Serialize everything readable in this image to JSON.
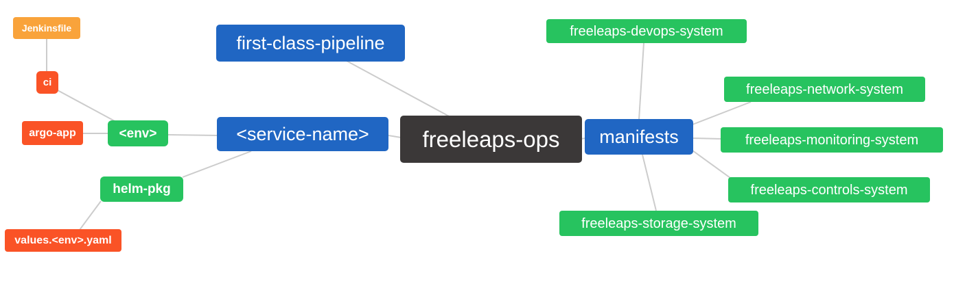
{
  "diagram": {
    "type": "mindmap",
    "root": "freeleaps_ops"
  },
  "nodes": {
    "freeleaps_ops": {
      "label": "freeleaps-ops",
      "role": "root",
      "color": "#3b3838"
    },
    "first_class_pipeline": {
      "label": "first-class-pipeline",
      "role": "branch",
      "color": "#2066c3"
    },
    "service_name": {
      "label": "<service-name>",
      "role": "branch",
      "color": "#2066c3"
    },
    "manifests": {
      "label": "manifests",
      "role": "branch",
      "color": "#2066c3"
    },
    "env": {
      "label": "<env>",
      "role": "leaf",
      "color": "#27c35f"
    },
    "helm_pkg": {
      "label": "helm-pkg",
      "role": "leaf",
      "color": "#27c35f"
    },
    "ci": {
      "label": "ci",
      "role": "leaf",
      "color": "#fa5326"
    },
    "argo_app": {
      "label": "argo-app",
      "role": "leaf",
      "color": "#fa5326"
    },
    "jenkinsfile": {
      "label": "Jenkinsfile",
      "role": "leaf",
      "color": "#f9a33b"
    },
    "values_env_yaml": {
      "label": "values.<env>.yaml",
      "role": "leaf",
      "color": "#fa5326"
    },
    "devops_system": {
      "label": "freeleaps-devops-system",
      "role": "leaf",
      "color": "#27c35f"
    },
    "network_system": {
      "label": "freeleaps-network-system",
      "role": "leaf",
      "color": "#27c35f"
    },
    "monitoring_system": {
      "label": "freeleaps-monitoring-system",
      "role": "leaf",
      "color": "#27c35f"
    },
    "controls_system": {
      "label": "freeleaps-controls-system",
      "role": "leaf",
      "color": "#27c35f"
    },
    "storage_system": {
      "label": "freeleaps-storage-system",
      "role": "leaf",
      "color": "#27c35f"
    }
  },
  "edges": [
    {
      "from": "jenkinsfile",
      "to": "ci"
    },
    {
      "from": "ci",
      "to": "env"
    },
    {
      "from": "argo_app",
      "to": "env"
    },
    {
      "from": "env",
      "to": "service_name"
    },
    {
      "from": "helm_pkg",
      "to": "service_name"
    },
    {
      "from": "values_env_yaml",
      "to": "helm_pkg"
    },
    {
      "from": "first_class_pipeline",
      "to": "freeleaps_ops"
    },
    {
      "from": "service_name",
      "to": "freeleaps_ops"
    },
    {
      "from": "freeleaps_ops",
      "to": "manifests"
    },
    {
      "from": "manifests",
      "to": "devops_system"
    },
    {
      "from": "manifests",
      "to": "network_system"
    },
    {
      "from": "manifests",
      "to": "monitoring_system"
    },
    {
      "from": "manifests",
      "to": "controls_system"
    },
    {
      "from": "manifests",
      "to": "storage_system"
    }
  ],
  "palette": {
    "root_bg": "#3b3838",
    "branch_bg": "#2066c3",
    "green_bg": "#27c35f",
    "red_bg": "#fa5326",
    "amber_bg": "#f9a33b",
    "edge": "#cccccc",
    "text": "#ffffff",
    "background": "#ffffff"
  }
}
